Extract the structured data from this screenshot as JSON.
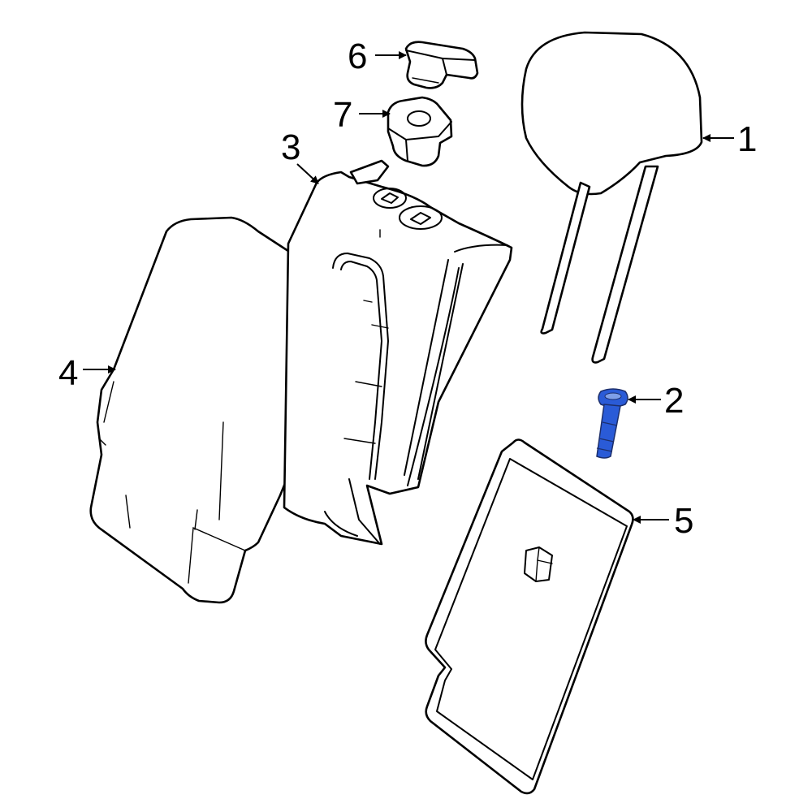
{
  "highlight_color": "#2a5bd7",
  "highlighted_callout": "2",
  "callouts": [
    {
      "id": "callout-1",
      "number": "1",
      "part": "headrest"
    },
    {
      "id": "callout-2",
      "number": "2",
      "part": "headrest-guide"
    },
    {
      "id": "callout-3",
      "number": "3",
      "part": "seat-back-frame"
    },
    {
      "id": "callout-4",
      "number": "4",
      "part": "seat-back-cover"
    },
    {
      "id": "callout-5",
      "number": "5",
      "part": "back-panel"
    },
    {
      "id": "callout-6",
      "number": "6",
      "part": "guide-cap"
    },
    {
      "id": "callout-7",
      "number": "7",
      "part": "guide-bracket"
    }
  ]
}
